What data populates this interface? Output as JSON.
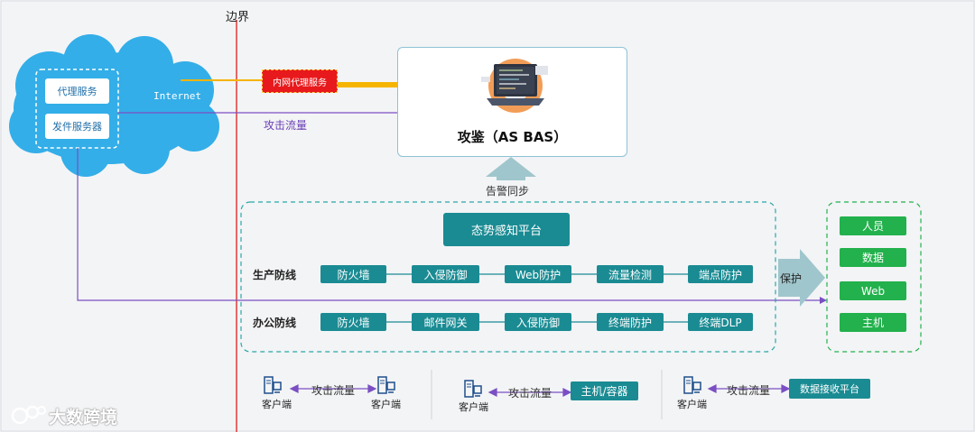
{
  "boundary_label": "边界",
  "cloud": {
    "internet_label": "Internet",
    "proxy_service": "代理服务",
    "send_service": "发件服务器"
  },
  "intranet_proxy": "内网代理服务",
  "attack_traffic": "攻击流量",
  "asbas": {
    "title": "攻鉴（AS BAS）"
  },
  "alert_sync": "告警同步",
  "situation_platform": "态势感知平台",
  "production_line": {
    "label": "生产防线",
    "items": [
      "防火墙",
      "入侵防御",
      "Web防护",
      "流量检测",
      "端点防护"
    ]
  },
  "office_line": {
    "label": "办公防线",
    "items": [
      "防火墙",
      "邮件网关",
      "入侵防御",
      "终端防护",
      "终端DLP"
    ]
  },
  "protect_label": "保护",
  "assets": [
    "人员",
    "数据",
    "Web",
    "主机"
  ],
  "bottom": {
    "client_label": "客户端",
    "traffic_label": "攻击流量",
    "host_container": "主机/容器",
    "data_platform": "数据接收平台"
  },
  "watermark": "大数跨境",
  "colors": {
    "teal": "#1a8b93",
    "green": "#22b14c",
    "boundary": "#e53935",
    "attack_line": "#7b4fc3",
    "cloud": "#33aee8",
    "proxy_red": "#e8191c",
    "proxy_bar": "#f5b400"
  }
}
